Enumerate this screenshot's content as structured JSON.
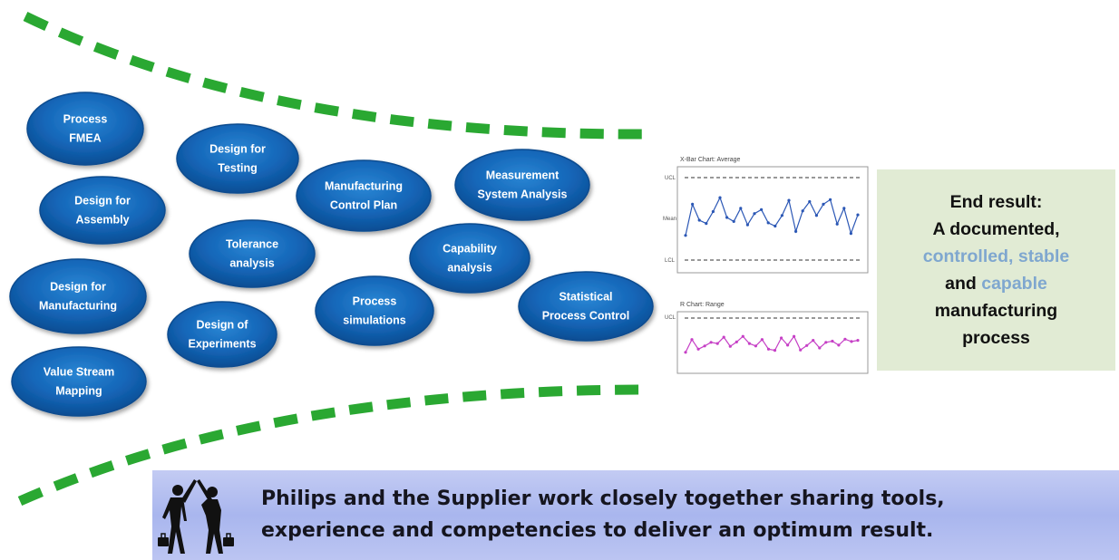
{
  "tools": [
    {
      "lines": [
        "Process",
        "FMEA"
      ]
    },
    {
      "lines": [
        "Design for",
        "Assembly"
      ]
    },
    {
      "lines": [
        "Design for",
        "Manufacturing"
      ]
    },
    {
      "lines": [
        "Value Stream",
        "Mapping"
      ]
    },
    {
      "lines": [
        "Design for",
        "Testing"
      ]
    },
    {
      "lines": [
        "Tolerance",
        "analysis"
      ]
    },
    {
      "lines": [
        "Design of",
        "Experiments"
      ]
    },
    {
      "lines": [
        "Manufacturing",
        "Control Plan"
      ]
    },
    {
      "lines": [
        "Process",
        "simulations"
      ]
    },
    {
      "lines": [
        "Capability",
        "analysis"
      ]
    },
    {
      "lines": [
        "Measurement",
        "System Analysis"
      ]
    },
    {
      "lines": [
        "Statistical",
        "Process Control"
      ]
    }
  ],
  "colors": {
    "ellipse_fill": "#1466b8",
    "ellipse_edge": "#0b4c8f",
    "funnel_dash": "#2aa832",
    "end_result_bg": "#e1ebd4",
    "accent_text": "#7fa7cf",
    "banner_bg": "#b3befa"
  },
  "control_charts": {
    "average_chart": {
      "title": "X-Bar Chart: Average",
      "ucl_label": "UCL",
      "mean_label": "Mean",
      "lcl_label": "LCL",
      "line_color": "#2b57b5",
      "values": [
        0.25,
        0.72,
        0.48,
        0.43,
        0.61,
        0.82,
        0.52,
        0.46,
        0.66,
        0.41,
        0.58,
        0.64,
        0.44,
        0.39,
        0.55,
        0.78,
        0.31,
        0.62,
        0.76,
        0.55,
        0.72,
        0.79,
        0.42,
        0.66,
        0.28,
        0.56
      ]
    },
    "range_chart": {
      "title": "R Chart: Range",
      "ucl_label": "UCL",
      "line_color": "#c640c6",
      "values": [
        0.3,
        0.62,
        0.38,
        0.46,
        0.55,
        0.52,
        0.68,
        0.45,
        0.56,
        0.7,
        0.52,
        0.46,
        0.62,
        0.38,
        0.35,
        0.66,
        0.48,
        0.7,
        0.36,
        0.47,
        0.6,
        0.41,
        0.55,
        0.58,
        0.48,
        0.63,
        0.57,
        0.6
      ]
    }
  },
  "end_result": {
    "line1": "End result:",
    "line2": "A documented,",
    "line3_a": "controlled,",
    "line3_b": "stable",
    "line4_a": "and",
    "line4_b": "capable",
    "line5": "manufacturing",
    "line6": "process"
  },
  "banner": {
    "line1": "Philips and the Supplier work closely together sharing tools,",
    "line2": "experience and competencies to deliver an optimum result."
  }
}
